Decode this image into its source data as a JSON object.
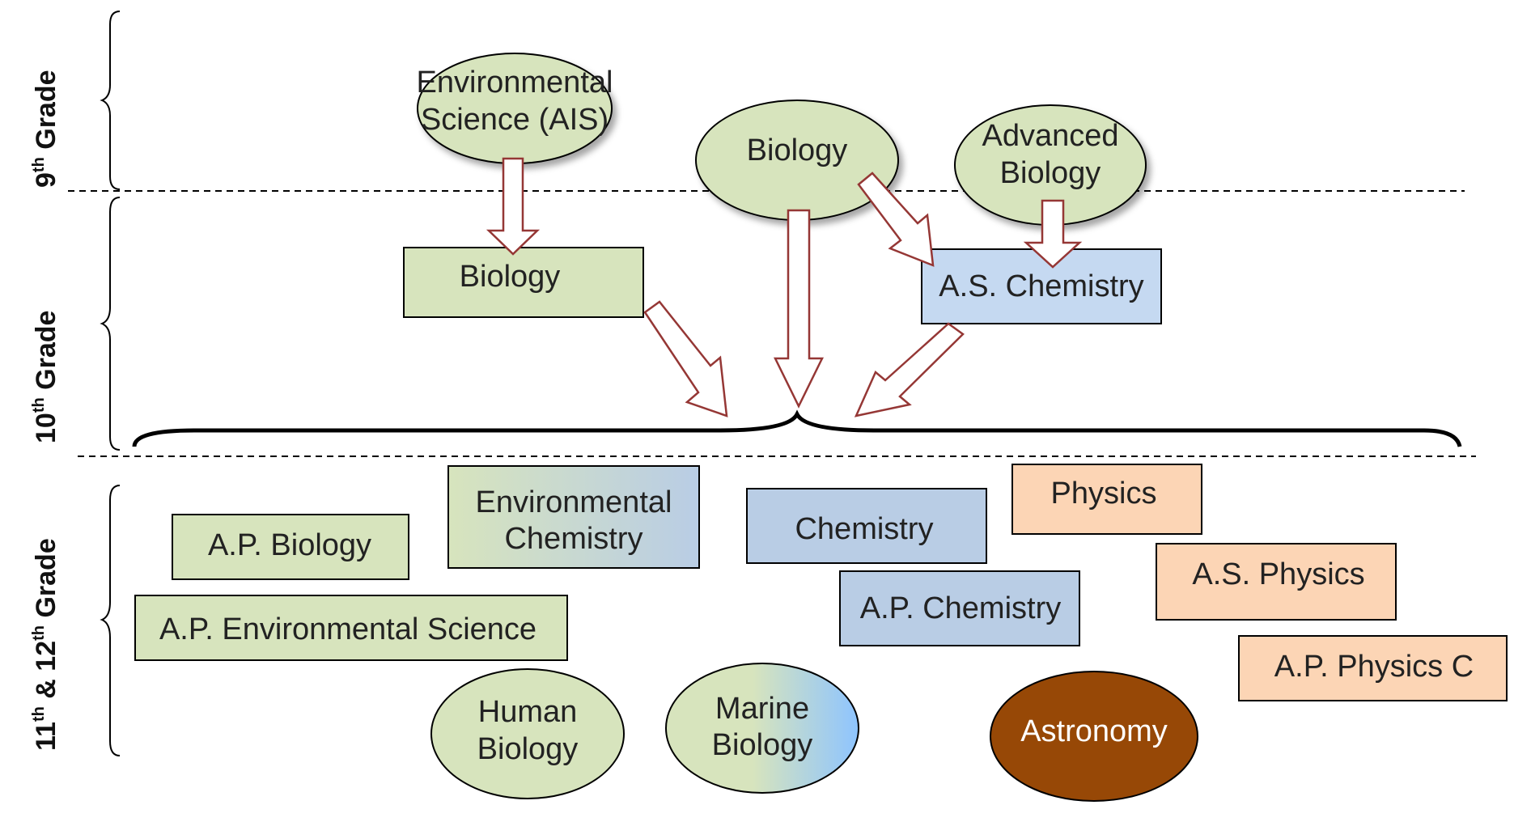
{
  "grades": {
    "ninth": {
      "number": "9",
      "suffix": "th",
      "label": " Grade"
    },
    "tenth": {
      "number": "10",
      "suffix": "th",
      "label": " Grade"
    },
    "eleventh_twelfth": {
      "number1": "11",
      "suffix1": "th",
      "amp": " & ",
      "number2": "12",
      "suffix2": "th",
      "label": " Grade"
    }
  },
  "nodes": {
    "env_science_ais": {
      "line1": "Environmental",
      "line2": "Science (AIS)"
    },
    "biology_9": {
      "line1": "Biology"
    },
    "advanced_biology": {
      "line1": "Advanced",
      "line2": "Biology"
    },
    "biology_10": {
      "line1": "Biology"
    },
    "as_chemistry": {
      "line1": "A.S. Chemistry"
    },
    "ap_biology": {
      "line1": "A.P. Biology"
    },
    "env_chemistry": {
      "line1": "Environmental",
      "line2": "Chemistry"
    },
    "chemistry": {
      "line1": "Chemistry"
    },
    "physics": {
      "line1": "Physics"
    },
    "as_physics": {
      "line1": "A.S. Physics"
    },
    "ap_env_science": {
      "line1": "A.P. Environmental Science"
    },
    "ap_chemistry": {
      "line1": "A.P. Chemistry"
    },
    "ap_physics_c": {
      "line1": "A.P. Physics C"
    },
    "human_biology": {
      "line1": "Human",
      "line2": "Biology"
    },
    "marine_biology": {
      "line1": "Marine",
      "line2": "Biology"
    },
    "astronomy": {
      "line1": "Astronomy"
    }
  },
  "colors": {
    "biology_green": "#d7e4bd",
    "chemistry_blue": "#c5d9f1",
    "chemistry_dark_blue": "#b9cde5",
    "physics_peach": "#fcd5b5",
    "astronomy_brown": "#974806",
    "marine_blue": "#99ccff",
    "arrow_outline": "#953735",
    "line": "#000000"
  }
}
